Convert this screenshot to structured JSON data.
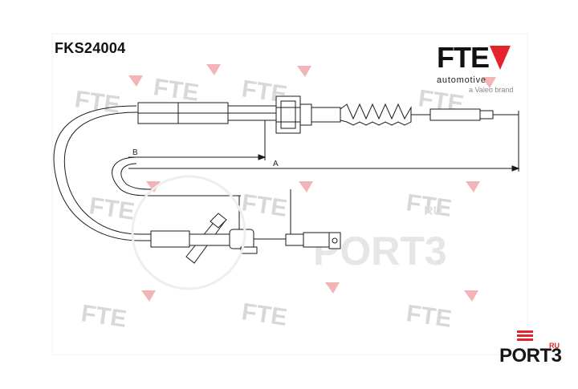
{
  "part_number": "FKS24004",
  "brand": {
    "name": "FTE",
    "tagline": "automotive",
    "subtitle": "a Valeo brand",
    "accent_color": "#e4232b"
  },
  "watermark": {
    "text": "FTE",
    "secondary_text": "PORT3",
    "secondary_suffix": "RU"
  },
  "dimensions": {
    "label_a": "A",
    "label_b": "B"
  },
  "bottom_logo": {
    "word": "PORT3",
    "suffix": "RU",
    "accent_color": "#e4232b"
  }
}
